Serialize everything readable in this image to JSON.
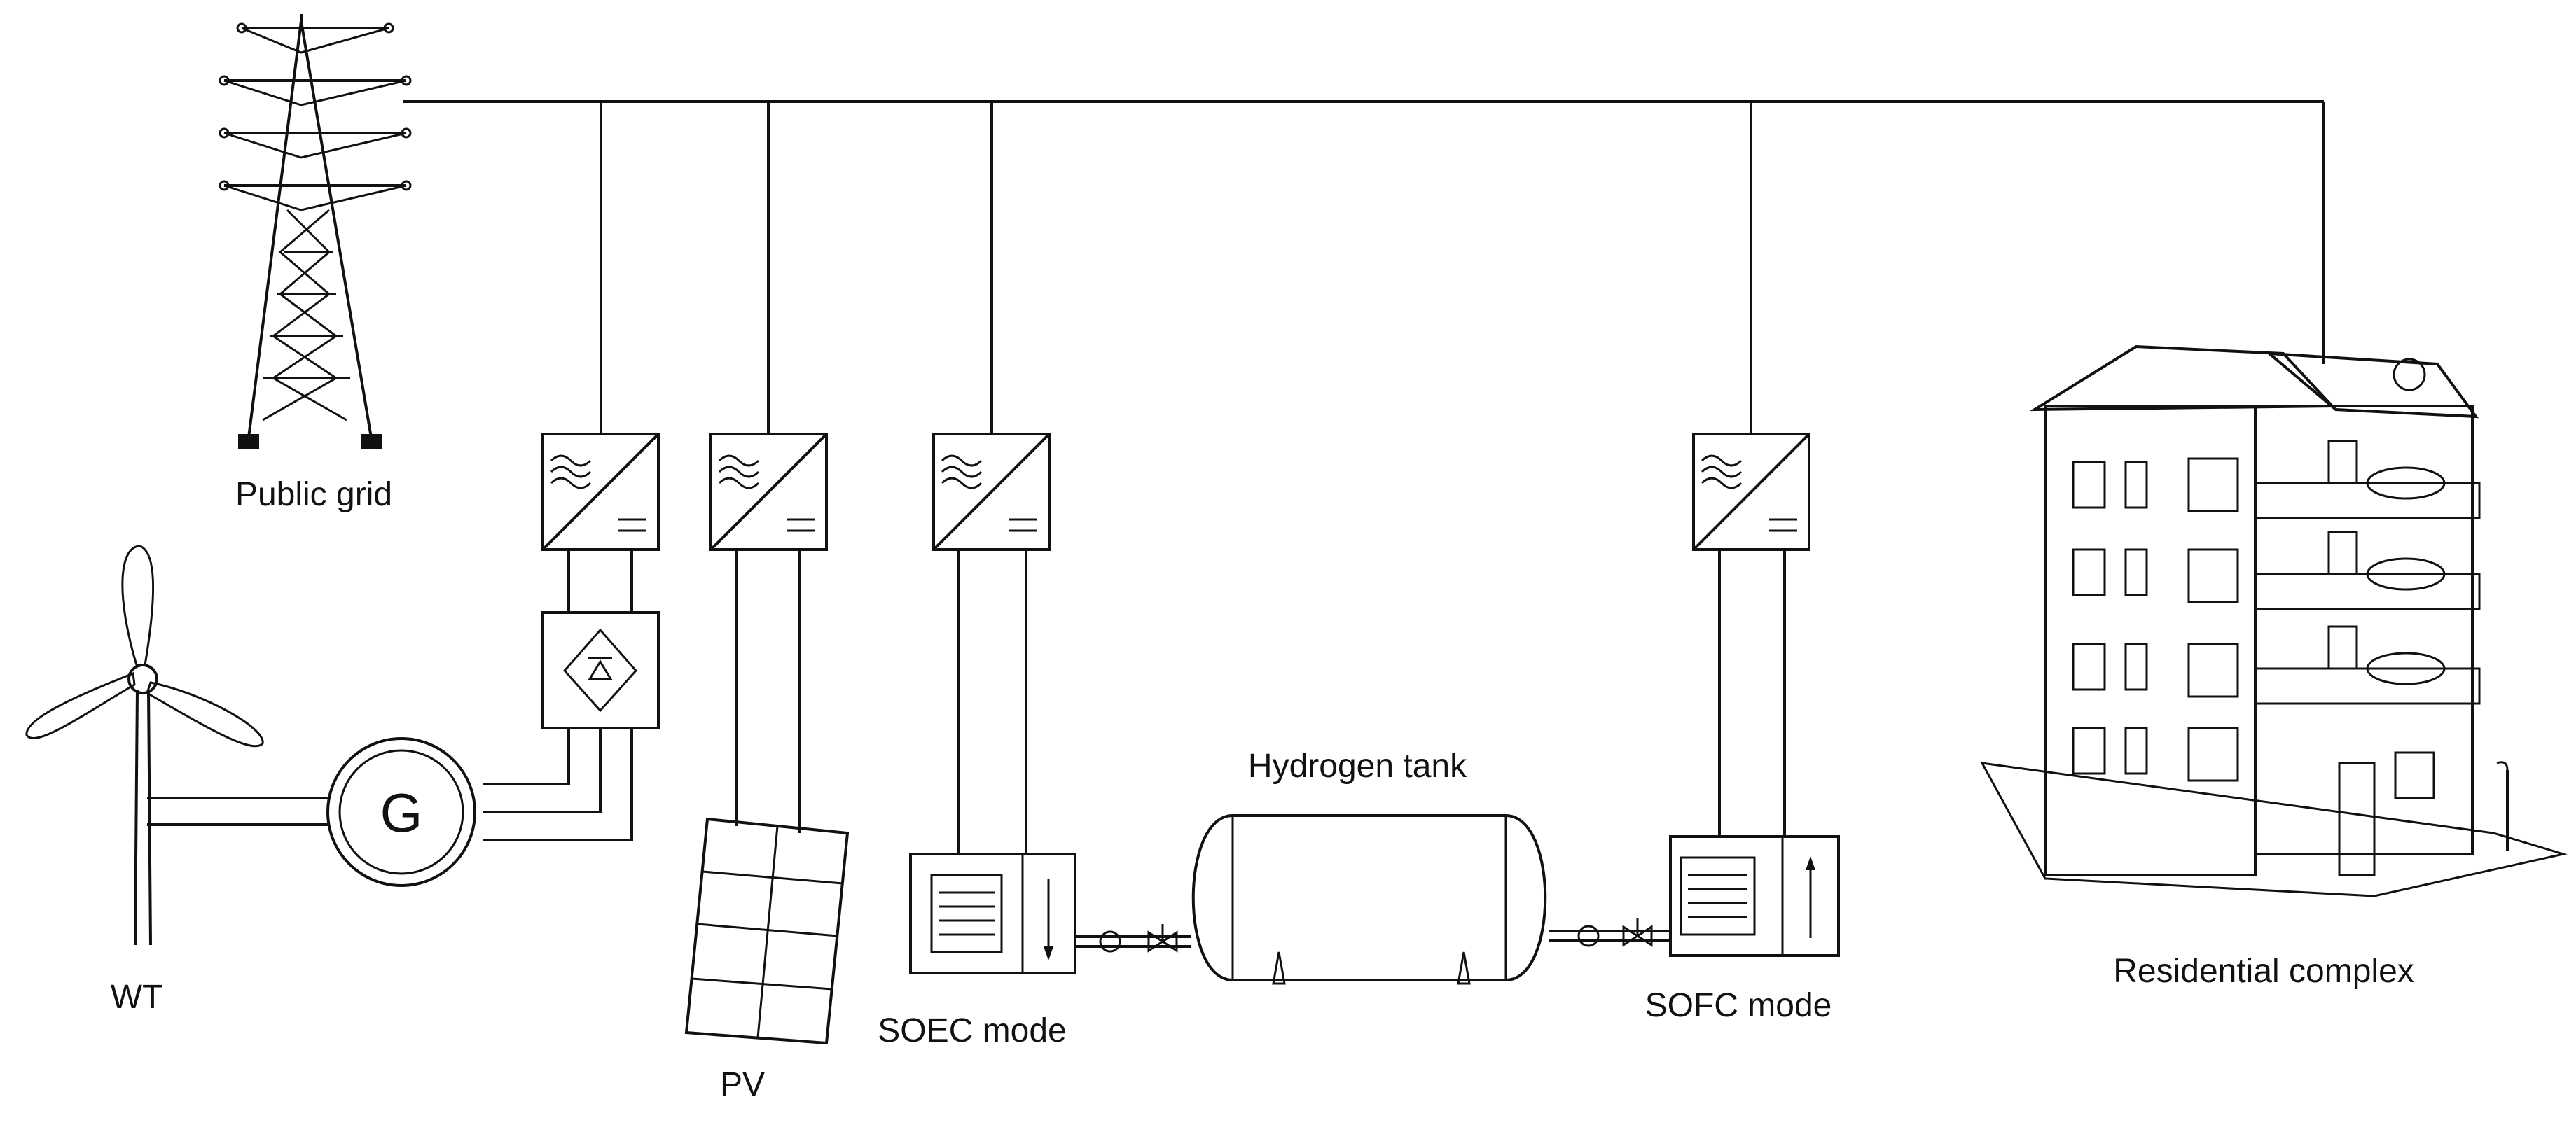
{
  "labels": {
    "public_grid": "Public grid",
    "wt": "WT",
    "pv": "PV",
    "soec": "SOEC mode",
    "hydrogen_tank": "Hydrogen tank",
    "sofc": "SOFC mode",
    "residential": "Residential complex",
    "generator": "G"
  },
  "icons": [
    "transmission-tower-icon",
    "wind-turbine-icon",
    "generator-icon",
    "rectifier-icon",
    "inverter-icon",
    "solar-panel-icon",
    "electrolyzer-icon",
    "hydrogen-tank-icon",
    "fuel-cell-icon",
    "valve-icon",
    "building-icon"
  ]
}
